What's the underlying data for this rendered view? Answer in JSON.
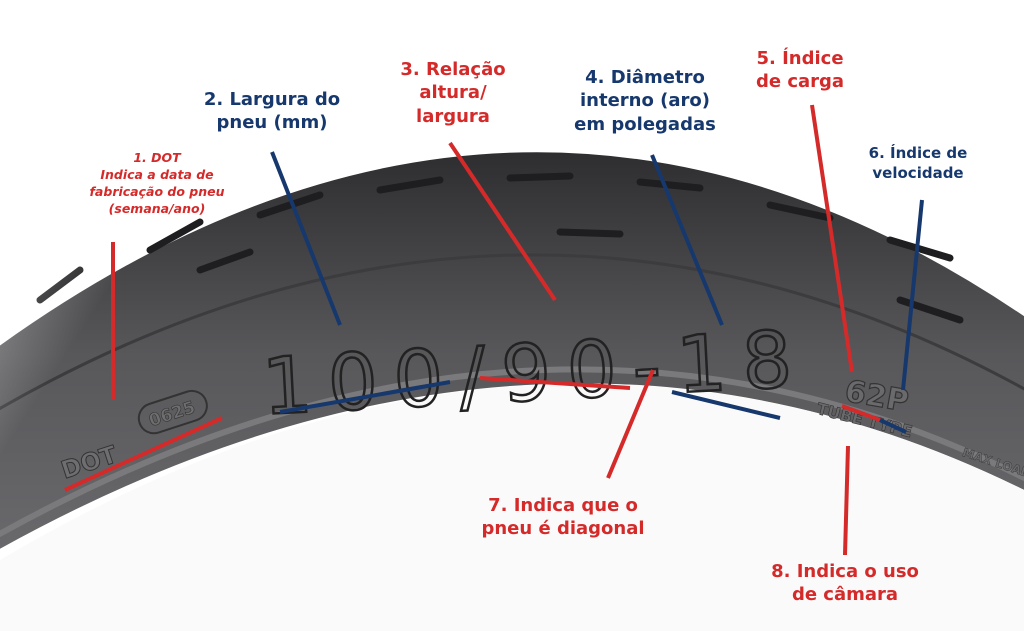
{
  "colors": {
    "red": "#d42a2a",
    "navy": "#16386d",
    "tire": "#4a4a4c"
  },
  "tire_markings": {
    "size": "100/90-18",
    "dot_label": "DOT",
    "dot_code": "0625",
    "load_speed": "62P",
    "tube_type": "TUBE TYPE",
    "max_load": "MAX LOAD"
  },
  "labels": {
    "dot": {
      "title": "1. DOT",
      "lines": [
        "Indica a data de",
        "fabricação do pneu",
        "(semana/ano)"
      ]
    },
    "width": {
      "lines": [
        "2. Largura do",
        "pneu (mm)"
      ]
    },
    "ratio": {
      "lines": [
        "3. Relação",
        "altura/",
        "largura"
      ]
    },
    "diameter": {
      "lines": [
        "4. Diâmetro",
        "interno (aro)",
        "em polegadas"
      ]
    },
    "load": {
      "lines": [
        "5. Índice",
        "de carga"
      ]
    },
    "speed": {
      "lines": [
        "6. Índice de",
        "velocidade"
      ]
    },
    "diagonal": {
      "lines": [
        "7. Indica que o",
        "pneu é diagonal"
      ]
    },
    "tube": {
      "lines": [
        "8. Indica o uso",
        "de câmara"
      ]
    }
  }
}
